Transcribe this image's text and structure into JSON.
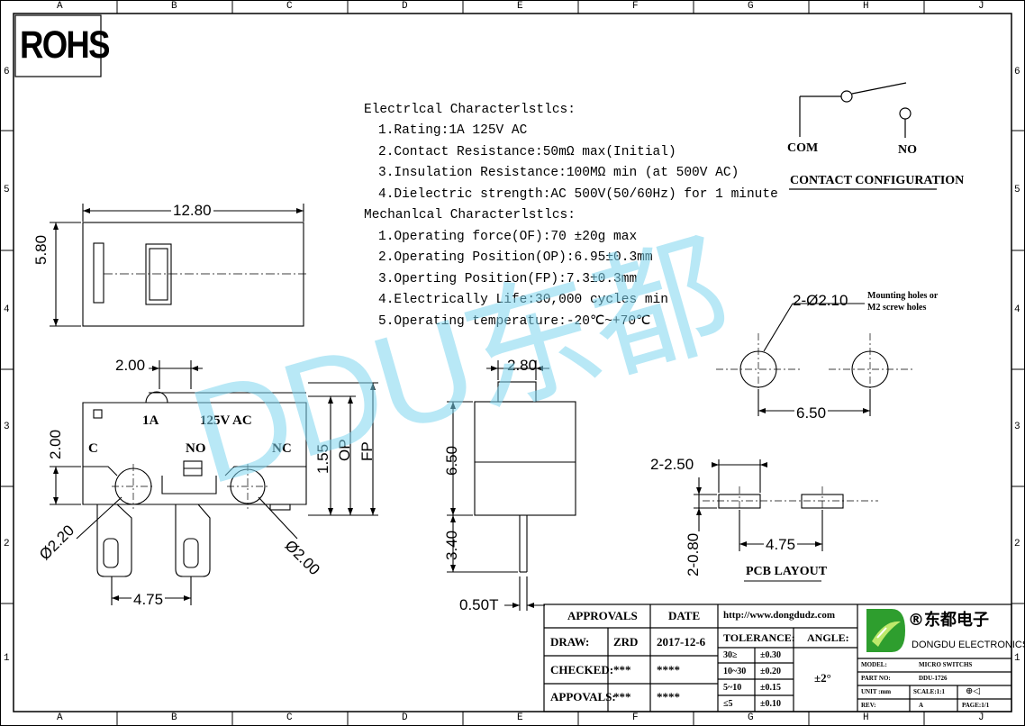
{
  "border": {
    "cols": [
      "A",
      "B",
      "C",
      "D",
      "E",
      "F",
      "G",
      "H",
      "J"
    ],
    "rows": [
      "6",
      "5",
      "4",
      "3",
      "2",
      "1"
    ]
  },
  "rohs": "ROHS",
  "watermark": {
    "text": "DDU东都",
    "color": "#7fd6f0"
  },
  "specs": {
    "electrical_title": "Electrlcal Characterlstlcs:",
    "electrical": [
      "1.Rating:1A 125V AC",
      "2.Contact Resistance:50mΩ max(Initial)",
      "3.Insulation Resistance:100MΩ min (at 500V AC)",
      "4.Dielectric strength:AC 500V(50/60Hz) for 1 minute"
    ],
    "mechanical_title": "Mechanlcal Characterlstlcs:",
    "mechanical": [
      "1.Operating force(OF):70 ±20g max",
      "2.Operating Position(OP):6.95±0.3mm",
      "3.Operting Position(FP):7.3±0.3mm",
      "4.Electrically Life:30,000 cycles min",
      "5.Operating temperature:-20℃~+70℃"
    ]
  },
  "contact": {
    "com": "COM",
    "no": "NO",
    "title": "CONTACT CONFIGURATION"
  },
  "top_view": {
    "width": "12.80",
    "height": "5.80"
  },
  "front_view": {
    "dim_top": "2.00",
    "dim_left": "2.00",
    "dim_155": "1.55",
    "op": "OP",
    "fp": "FP",
    "rating": "1A",
    "voltage": "125V AC",
    "c": "C",
    "no": "NO",
    "nc": "NC",
    "d1": "Ø2.20",
    "d2": "Ø2.00",
    "pitch": "4.75"
  },
  "side_view": {
    "top": "2.80",
    "body": "6.50",
    "pin": "3.40",
    "thick": "0.50T"
  },
  "holes": {
    "label": "2-Ø2.10",
    "note1": "Mounting holes or",
    "note2": "M2 screw holes",
    "pitch": "6.50"
  },
  "pcb": {
    "pad_w": "2-2.50",
    "pad_h": "2-0.80",
    "pitch": "4.75",
    "title": "PCB LAYOUT"
  },
  "title_block": {
    "approvals": "APPROVALS",
    "date": "DATE",
    "url": "http://www.dongdudz.com",
    "draw": "DRAW:",
    "draw_by": "ZRD",
    "draw_date": "2017-12-6",
    "checked": "CHECKED:",
    "checked_by": "***",
    "checked_date": "****",
    "appovals": "APPOVALS:",
    "appovals_by": "***",
    "appovals_date": "****",
    "tolerance": "TOLERANCE:",
    "angle": "ANGLE:",
    "angle_val": "±2°",
    "tol_rows": [
      [
        "30≥",
        "±0.30"
      ],
      [
        "10~30",
        "±0.20"
      ],
      [
        "5~10",
        "±0.15"
      ],
      [
        "≤5",
        "±0.10"
      ]
    ],
    "company_cn": "®东都电子",
    "company_en": "DONGDU ELECTRONICS",
    "model_label": "MODEL:",
    "model": "MICRO SWITCHS",
    "part_label": "PART NO:",
    "part": "DDU-1726",
    "unit_label": "UNIT :mm",
    "scale": "SCALE:1:1",
    "rev_label": "REV:",
    "rev": "A",
    "page": "PAGE:1/1",
    "logo_color": "#2e9e2e"
  }
}
